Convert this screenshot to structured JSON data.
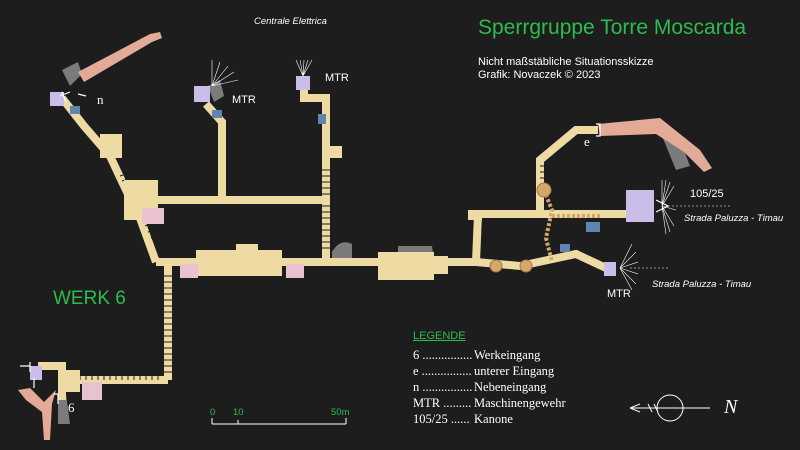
{
  "title": "Sperrgruppe Torre Moscarda",
  "subtitle_line1": "Nicht maßstäbliche Situationsskizze",
  "subtitle_line2": "Grafik: Novaczek © 2023",
  "werk_label": "WERK 6",
  "map_labels": {
    "centrale": "Centrale Elettrica",
    "mtr_left": "MTR",
    "mtr_top": "MTR",
    "mtr_right": "MTR",
    "n_entrance": "n",
    "e_entrance": "e",
    "six_entrance": "6",
    "gun": "105/25",
    "road_upper": "Strada Paluzza - Timau",
    "road_lower": "Strada Paluzza - Timau"
  },
  "legend": {
    "heading": "LEGENDE",
    "items": [
      {
        "key": "6 ................",
        "value": "Werkeingang"
      },
      {
        "key": "e ................",
        "value": "unterer Eingang"
      },
      {
        "key": "n ................",
        "value": "Nebeneingang"
      },
      {
        "key": "MTR .........",
        "value": "Maschinengewehr"
      },
      {
        "key": "105/25 ......",
        "value": "Kanone"
      }
    ]
  },
  "scale": {
    "zero": "0",
    "ten": "10",
    "fifty": "50m"
  },
  "north_symbol": "N",
  "colors": {
    "background": "#1d1d1d",
    "tunnel": "#eedba4",
    "room_pink": "#e8c3cf",
    "room_purple": "#cbbdea",
    "rock_grey": "#7b7b7b",
    "trench_salmon": "#e3aa97",
    "green_text": "#2dbb4e",
    "blue_box": "#5f86b0",
    "gun_orange": "#d5a76b"
  }
}
